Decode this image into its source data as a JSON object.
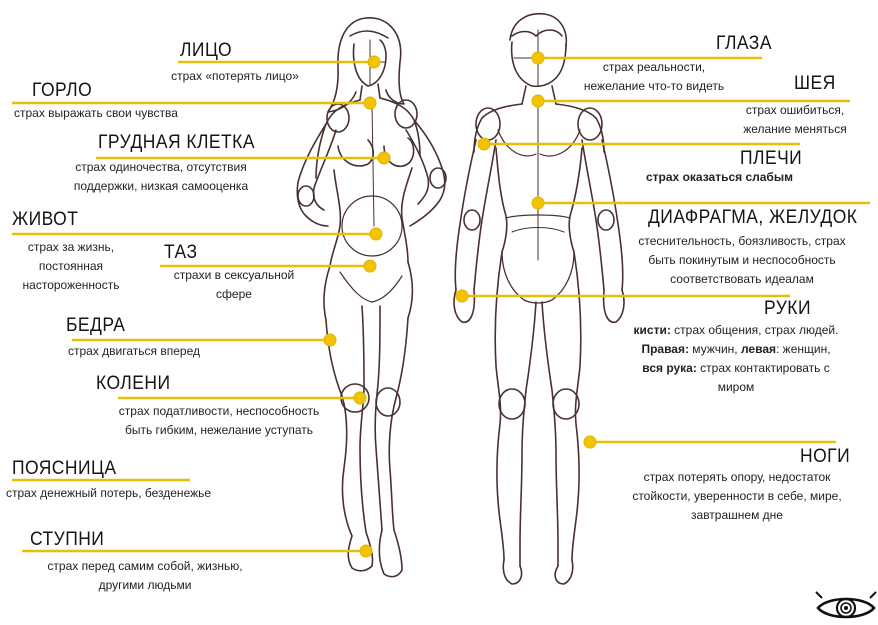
{
  "colors": {
    "accent": "#f2c400",
    "line": "#e8bf06",
    "dot": "#f2c400",
    "sketch": "#4a3030",
    "text": "#1d1d1d"
  },
  "zones": [
    {
      "key": "face",
      "title": "ЛИЦО",
      "lines": [
        "страх «потерять лицо»"
      ]
    },
    {
      "key": "throat",
      "title": "ГОРЛО",
      "lines": [
        "страх выражать свои чувства"
      ]
    },
    {
      "key": "chest",
      "title": "ГРУДНАЯ КЛЕТКА",
      "lines": [
        "страх одиночества, отсутствия",
        "поддержки, низкая самооценка"
      ]
    },
    {
      "key": "belly",
      "title": "ЖИВОТ",
      "lines": [
        "страх за жизнь,",
        "постоянная",
        "настороженность"
      ]
    },
    {
      "key": "pelvis",
      "title": "ТАЗ",
      "lines": [
        "страхи в сексуальной",
        "сфере"
      ]
    },
    {
      "key": "hips",
      "title": "БЕДРА",
      "lines": [
        "страх двигаться вперед"
      ]
    },
    {
      "key": "knees",
      "title": "КОЛЕНИ",
      "lines": [
        "страх податливости, неспособность",
        "быть гибким, нежелание уступать"
      ]
    },
    {
      "key": "lowerback",
      "title": "ПОЯСНИЦА",
      "lines": [
        "страх денежный потерь, безденежье"
      ]
    },
    {
      "key": "feet",
      "title": "СТУПНИ",
      "lines": [
        "страх перед самим собой, жизнью,",
        "другими людьми"
      ]
    },
    {
      "key": "eyes",
      "title": "ГЛАЗА",
      "lines": [
        "страх реальности,",
        "нежелание что-то видеть"
      ]
    },
    {
      "key": "neck",
      "title": "ШЕЯ",
      "lines": [
        "страх ошибиться,",
        "желание меняться"
      ]
    },
    {
      "key": "shoulders",
      "title": "ПЛЕЧИ",
      "lines": [
        "страх оказаться слабым"
      ]
    },
    {
      "key": "diaphragm",
      "title": "ДИАФРАГМА, ЖЕЛУДОК",
      "lines": [
        "стеснительность, боязливость, страх",
        "быть покинутым и неспособность",
        "соответствовать идеалам"
      ]
    },
    {
      "key": "legs",
      "title": "НОГИ",
      "lines": [
        "страх потерять опору, недостаток",
        "стойкости, уверенности в себе, мире,",
        "завтрашнем дне"
      ]
    }
  ],
  "arms": {
    "title": "РУКИ",
    "wrists_label": "кисти:",
    "wrists_text": " страх общения, страх людей.",
    "right_label": "Правая:",
    "right_text": " мужчин, ",
    "left_label": "левая",
    "left_text": ": женщин,",
    "whole_label": "вся рука:",
    "whole_text": " страх контактировать с",
    "whole_text_2": "миром"
  },
  "logo": {
    "icon": "eye-icon"
  }
}
